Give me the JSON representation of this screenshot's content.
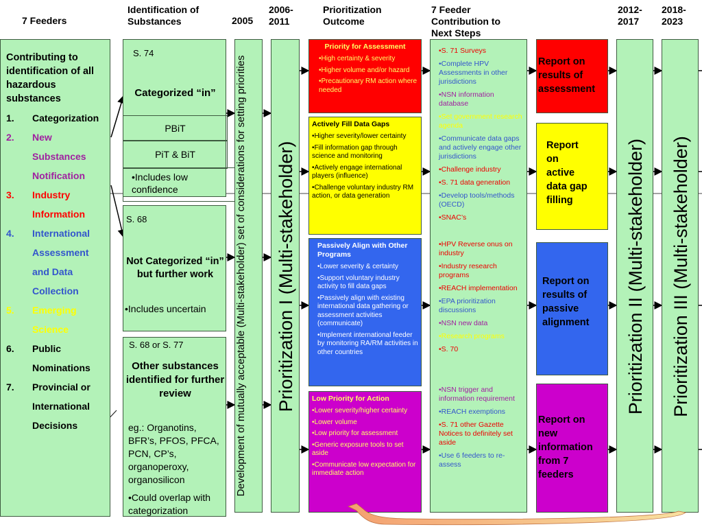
{
  "headers": {
    "feeders": "7 Feeders",
    "identification": "Identification of Substances",
    "y2005": "2005",
    "y2006": "2006-2011",
    "outcome": "Prioritization Outcome",
    "contribution": "7 Feeder Contribution to Next Steps",
    "y2012": "2012-2017",
    "y2018": "2018-2023"
  },
  "feeders": {
    "title": "Contributing to identification of all hazardous substances",
    "items": [
      {
        "num": "1.",
        "label": "Categorization",
        "color": "#000000"
      },
      {
        "num": "2.",
        "label": "New Substances Notification",
        "color": "#a020a0"
      },
      {
        "num": "3.",
        "label": "Industry Information",
        "color": "#ff0000"
      },
      {
        "num": "4.",
        "label": "International Assessment and Data Collection",
        "color": "#3355cc"
      },
      {
        "num": "5.",
        "label": "Emerging Science",
        "color": "#ffff00"
      },
      {
        "num": "6.",
        "label": "Public Nominations",
        "color": "#000000"
      },
      {
        "num": "7.",
        "label": "Provincial or International Decisions",
        "color": "#000000"
      }
    ]
  },
  "identification": {
    "box1": {
      "ref": "S. 74",
      "title": "Categorized “in”",
      "row1": "PBiT",
      "row2": "PiT & BiT",
      "row3": "•Includes low confidence"
    },
    "box2": {
      "ref": "S. 68",
      "title": "Not Categorized “in” but further work",
      "note": "•Includes uncertain"
    },
    "box3": {
      "ref": "S. 68 or S. 77",
      "title": "Other substances identified for further review",
      "examples": "eg.: Organotins, BFR’s, PFOS, PFCA, PCN, CP’s, organoperoxy, organosilicon",
      "note": "•Could overlap with categorization"
    }
  },
  "development_text": "Development of mutually acceptable (Multi-stakeholder) set of considerations for setting priorities",
  "prioritization": {
    "p1": "Prioritization I (Multi-stakeholder)",
    "p2": "Prioritization II (Multi-stakeholder)",
    "p3": "Prioritization III (Multi-stakeholder)"
  },
  "outcomes": [
    {
      "title": "Priority for Assessment",
      "bg": "#ff0000",
      "fg": "#ffff66",
      "items": [
        "High certainty & severity",
        "Higher volume and/or hazard",
        "Precautionary RM action where needed"
      ]
    },
    {
      "title": "Actively Fill Data Gaps",
      "bg": "#ffff00",
      "fg": "#000000",
      "items": [
        "Higher severity/lower certainty",
        "Fill information gap through science and monitoring",
        "Actively engage international players (influence)",
        "Challenge voluntary industry RM action, or data generation"
      ]
    },
    {
      "title": "Passively Align with Other Programs",
      "bg": "#3366ee",
      "fg": "#ffffff",
      "items": [
        "Lower severity & certainty",
        "Support voluntary industry activity to fill data gaps",
        "Passively align with existing international data gathering or assessment activities (communicate)",
        "Implement international feeder by monitoring RA/RM activities in other countries"
      ]
    },
    {
      "title": "Low Priority for Action",
      "bg": "#cc00cc",
      "fg": "#ffff66",
      "items": [
        "Lower severity/higher certainty",
        "Lower volume",
        "Low priority for assessment",
        "Generic exposure tools to set aside",
        "Communicate low expectation for immediate action"
      ]
    }
  ],
  "contributions": [
    {
      "text": "•S. 71 Surveys",
      "color": "#ee0000"
    },
    {
      "text": "•Complete HPV Assessments in other jurisdictions",
      "color": "#3355cc"
    },
    {
      "text": "•NSN information database",
      "color": "#a020a0"
    },
    {
      "text": "•Set government research agenda",
      "color": "#ffff00"
    },
    {
      "text": "•Communicate data gaps and actively engage other jurisdictions",
      "color": "#3355cc"
    },
    {
      "text": "•Challenge industry",
      "color": "#ee0000"
    },
    {
      "text": "•S. 71 data generation",
      "color": "#ee0000"
    },
    {
      "text": "•Develop tools/methods (OECD)",
      "color": "#3355cc"
    },
    {
      "text": "•SNAC’s",
      "color": "#ee0000"
    },
    {
      "text": "•HPV Reverse onus on industry",
      "color": "#ee0000"
    },
    {
      "text": "•Industry research programs",
      "color": "#ee0000"
    },
    {
      "text": "•REACH implementation",
      "color": "#ee0000"
    },
    {
      "text": "•EPA prioritization discussions",
      "color": "#3355cc"
    },
    {
      "text": "•NSN new data",
      "color": "#a020a0"
    },
    {
      "text": "•Research programs",
      "color": "#ffff00"
    },
    {
      "text": "•S. 70",
      "color": "#ee0000"
    },
    {
      "text": "•NSN trigger and information requirement",
      "color": "#a020a0"
    },
    {
      "text": "•REACH exemptions",
      "color": "#3355cc"
    },
    {
      "text": "•S. 71 other Gazette Notices to definitely set aside",
      "color": "#ee0000"
    },
    {
      "text": "•Use 6 feeders to re-assess",
      "color": "#3355cc"
    }
  ],
  "reports": [
    {
      "text": "Report on results of assessment",
      "bg": "#ff0000",
      "fg": "#000000"
    },
    {
      "text": "Report on active data gap filling",
      "bg": "#ffff00",
      "fg": "#000000"
    },
    {
      "text": "Report on results of passive alignment",
      "bg": "#3366ee",
      "fg": "#000000"
    },
    {
      "text": "Report on new information from 7 feeders",
      "bg": "#cc00cc",
      "fg": "#000000"
    }
  ],
  "colors": {
    "green_box": "#b3f2b8",
    "border": "#3d5a3f",
    "feedback_arrow": "#f0c090"
  }
}
